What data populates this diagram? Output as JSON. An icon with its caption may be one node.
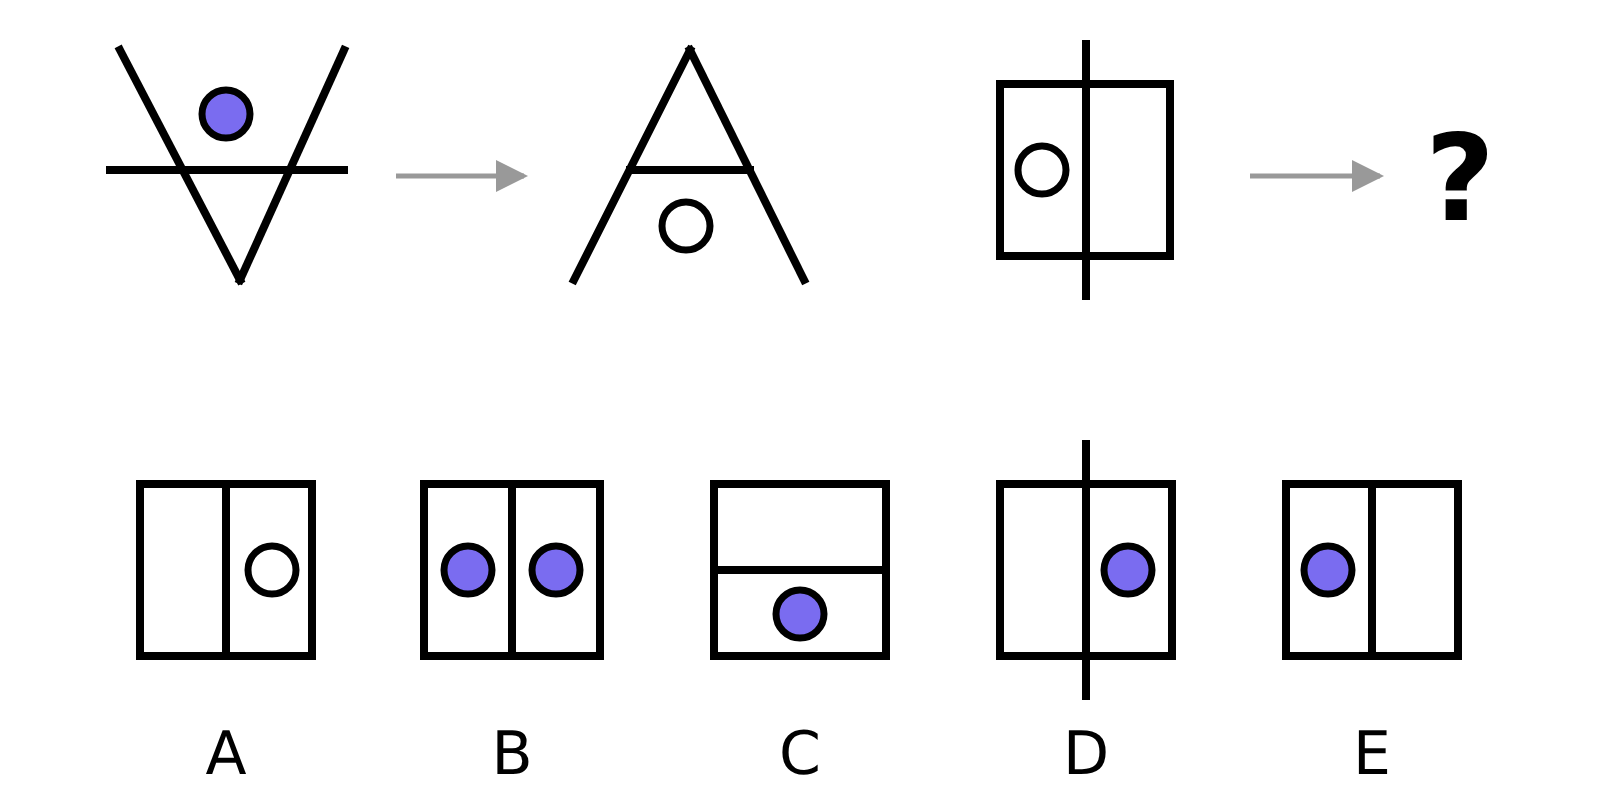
{
  "diagram": {
    "nodes": [
      {
        "text": [],
        "shape": "picture"
      },
      {
        "text": [],
        "shape": "picture"
      },
      {
        "text": [],
        "shape": "picture"
      },
      {
        "text": [
          "?"
        ]
      },
      {
        "text": [],
        "shape": "picture",
        "beside": [
          "A"
        ]
      },
      {
        "text": [],
        "shape": "picture",
        "beside": [
          "B"
        ]
      },
      {
        "text": [],
        "shape": "picture",
        "beside": [
          "C"
        ]
      },
      {
        "text": [],
        "shape": "picture",
        "beside": [
          "D"
        ]
      },
      {
        "text": [],
        "shape": "picture",
        "beside": [
          "E"
        ]
      }
    ],
    "edges": [
      {
        "from": 0,
        "to": 1,
        "arrow": "to"
      },
      {
        "from": 2,
        "to": 3,
        "arrow": "to"
      }
    ]
  }
}
